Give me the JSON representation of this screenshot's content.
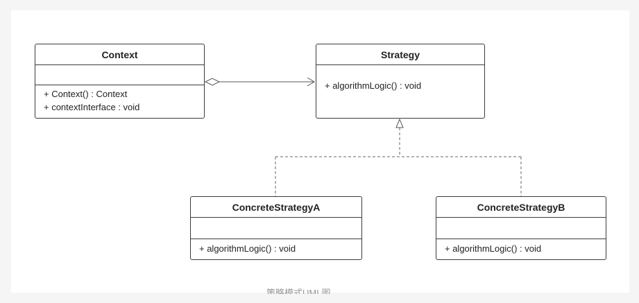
{
  "diagram": {
    "classes": {
      "context": {
        "name": "Context",
        "operations": [
          "+ Context() : Context",
          "+ contextInterface : void"
        ]
      },
      "strategy": {
        "name": "Strategy",
        "operations": [
          "+ algorithmLogic() : void"
        ]
      },
      "concrete_a": {
        "name": "ConcreteStrategyA",
        "operations": [
          "+ algorithmLogic() : void"
        ]
      },
      "concrete_b": {
        "name": "ConcreteStrategyB",
        "operations": [
          "+ algorithmLogic() : void"
        ]
      }
    },
    "relations": [
      {
        "from": "Context",
        "to": "Strategy",
        "kind": "aggregation"
      },
      {
        "from": "ConcreteStrategyA",
        "to": "Strategy",
        "kind": "realization"
      },
      {
        "from": "ConcreteStrategyB",
        "to": "Strategy",
        "kind": "realization"
      }
    ],
    "caption": "策略模式UML图"
  },
  "colors": {
    "line": "#3a3a3a",
    "background": "#f5f5f5",
    "canvas": "#ffffff"
  }
}
